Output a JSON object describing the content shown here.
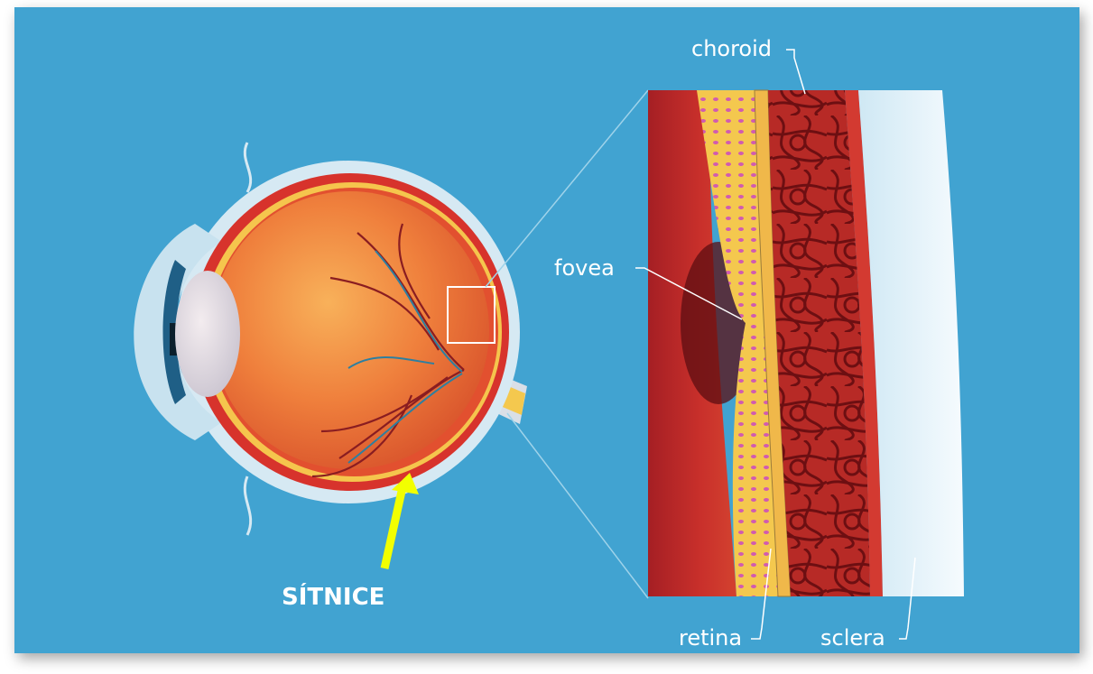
{
  "colors": {
    "background": "#41a3d1",
    "arrow": "#f2ff00",
    "label_text": "#ffffff"
  },
  "labels": {
    "choroid": "choroid",
    "fovea": "fovea",
    "retina": "retina",
    "sclera": "sclera",
    "sitnice": "SÍTNICE"
  },
  "icons": {
    "pointer": "yellow-arrow-icon"
  }
}
